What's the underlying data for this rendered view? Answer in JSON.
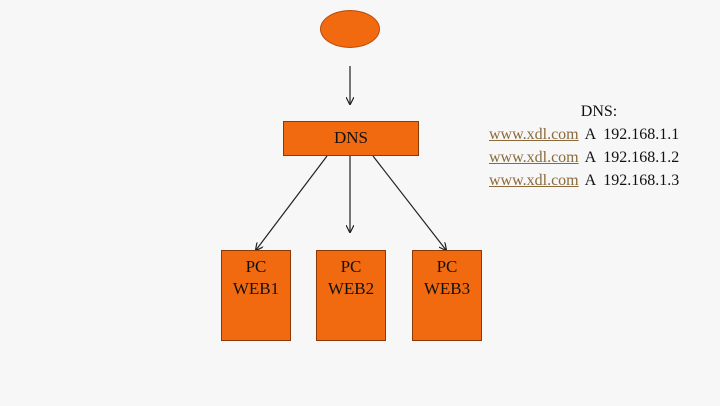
{
  "dns_box": {
    "label": "DNS"
  },
  "servers": [
    {
      "line1": "PC",
      "line2": "WEB1"
    },
    {
      "line1": "PC",
      "line2": "WEB2"
    },
    {
      "line1": "PC",
      "line2": "WEB3"
    }
  ],
  "records": {
    "title": "DNS:",
    "rows": [
      {
        "domain": "www.xdl.com",
        "type": "A",
        "ip": "192.168.1.1"
      },
      {
        "domain": "www.xdl.com",
        "type": "A",
        "ip": "192.168.1.2"
      },
      {
        "domain": "www.xdl.com",
        "type": "A",
        "ip": "192.168.1.3"
      }
    ]
  },
  "colors": {
    "box_fill": "#f26a10",
    "link": "#8a6a3a"
  }
}
